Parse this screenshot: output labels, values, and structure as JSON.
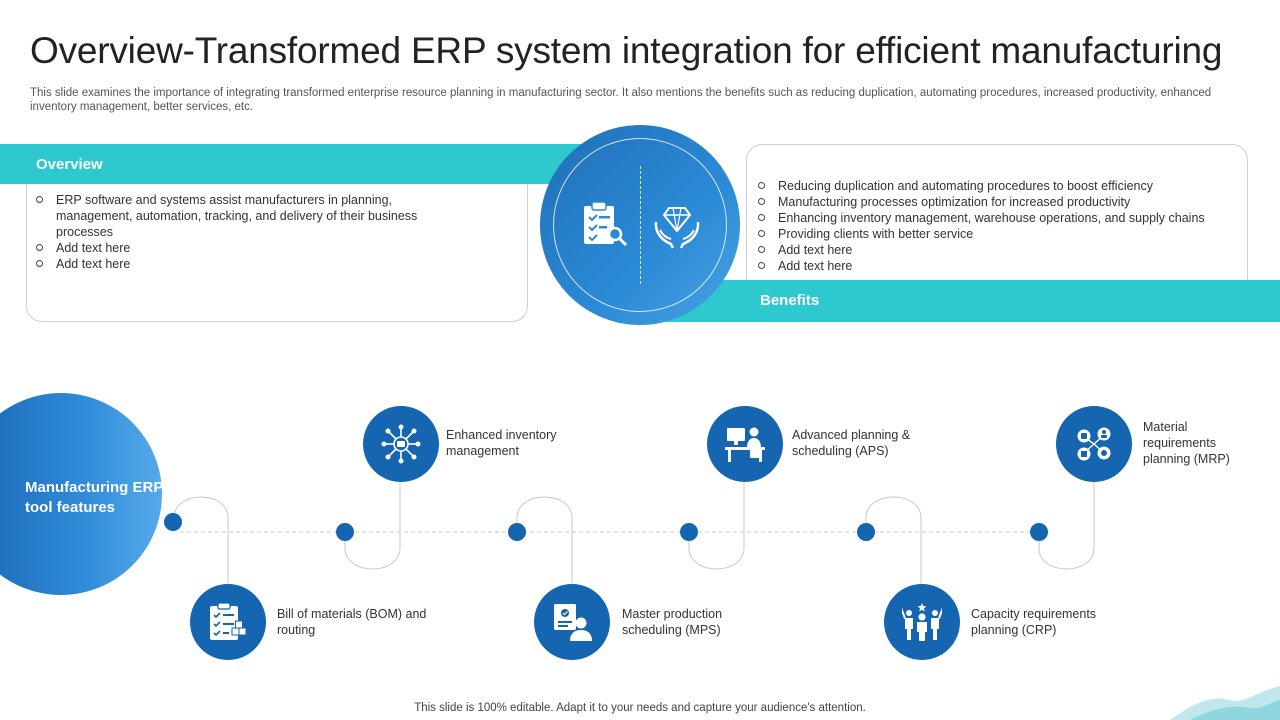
{
  "title": "Overview-Transformed ERP system integration for efficient manufacturing",
  "subtitle": "This slide examines the importance of integrating transformed enterprise resource planning in manufacturing sector. It also mentions the benefits such as reducing duplication, automating procedures, increased productivity, enhanced inventory management, better services, etc.",
  "overview": {
    "heading": "Overview",
    "items": [
      "ERP software and systems assist manufacturers in planning, management, automation, tracking, and delivery of their business processes",
      "Add text here",
      "Add text here"
    ]
  },
  "benefits": {
    "heading": "Benefits",
    "items": [
      "Reducing duplication and automating procedures to boost efficiency",
      "Manufacturing processes optimization for increased productivity",
      "Enhancing inventory management, warehouse operations, and supply chains",
      "Providing clients with better service",
      "Add text here",
      "Add text here"
    ]
  },
  "features": {
    "heading": "Manufacturing ERP tool features",
    "items": [
      {
        "label": "Bill of materials (BOM) and routing",
        "icon": "clipboard-icon"
      },
      {
        "label": "Enhanced inventory management",
        "icon": "network-hub-icon"
      },
      {
        "label": "Master production scheduling (MPS)",
        "icon": "certificate-person-icon"
      },
      {
        "label": "Advanced planning & scheduling (APS)",
        "icon": "desk-worker-icon"
      },
      {
        "label": "Capacity requirements planning (CRP)",
        "icon": "team-icon"
      },
      {
        "label": "Material requirements planning (MRP)",
        "icon": "resources-icon"
      }
    ]
  },
  "footer": "This slide is 100% editable. Adapt it to your needs and capture your audience's attention.",
  "colors": {
    "teal": "#2ec9cf",
    "blue": "#1565b0",
    "gradient_light": "#4aa4e4"
  }
}
